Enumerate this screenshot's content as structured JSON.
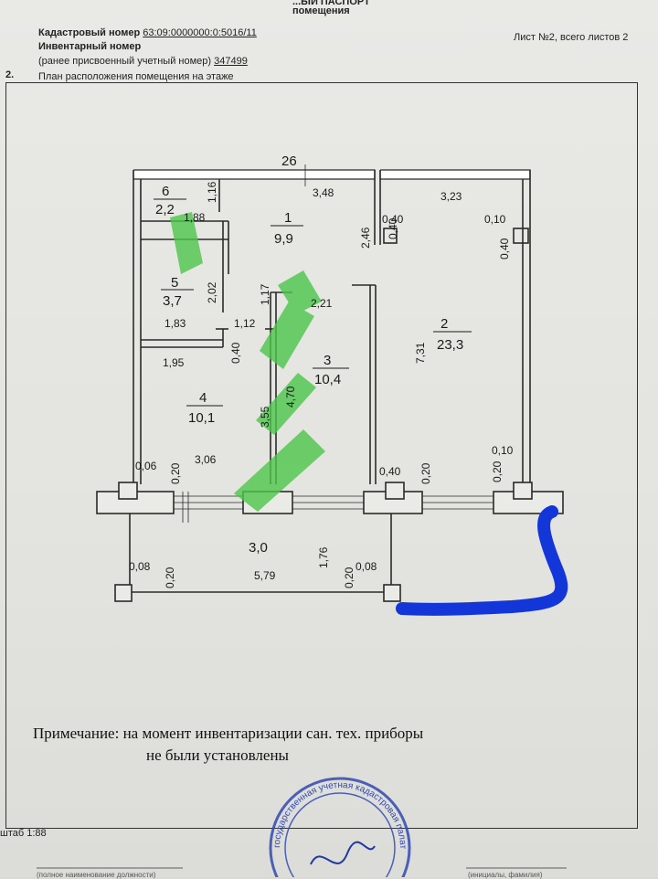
{
  "header": {
    "top_title_partial": "...ЫЙ ПАСПОРТ",
    "subtitle": "помещения",
    "cadastral_label": "Кадастровый номер",
    "cadastral_value": "63:09:0000000:0:5016/11",
    "inventory_label": "Инвентарный номер",
    "prev_number_label": "(ранее присвоенный учетный номер)",
    "prev_number_value": "347499",
    "sheet": "Лист №2, всего листов 2",
    "section_number": "2.",
    "section_title": "План расположения помещения на этаже"
  },
  "plan": {
    "floor_number": "26",
    "rooms": [
      {
        "number": "1",
        "area": "9,9"
      },
      {
        "number": "2",
        "area": "23,3"
      },
      {
        "number": "3",
        "area": "10,4"
      },
      {
        "number": "4",
        "area": "10,1"
      },
      {
        "number": "5",
        "area": "3,7"
      },
      {
        "number": "6",
        "area": "2,2"
      }
    ],
    "balcony_area": "3,0",
    "dimensions": [
      "1,16",
      "3,48",
      "1,88",
      "2,46",
      "0,40",
      "0,40",
      "3,23",
      "0,10",
      "0,40",
      "2,02",
      "1,17",
      "2,21",
      "1,83",
      "1,12",
      "0,40",
      "1,95",
      "7,31",
      "4,70",
      "3,55",
      "0,06",
      "0,20",
      "3,06",
      "0,40",
      "0,20",
      "0,10",
      "0,20",
      "1,76",
      "0,08",
      "0,20",
      "5,79",
      "0,20",
      "0,08"
    ]
  },
  "note": {
    "line1": "Примечание: на момент инвентаризации сан. тех. приборы",
    "line2": "не были установлены"
  },
  "footer": {
    "scale": "штаб 1:88",
    "position_caption": "(полное наименование должности)",
    "name_caption": "(инициалы, фамилия)",
    "stamp_text": "государственная учетная кадастровая палата по Самарской"
  },
  "colors": {
    "highlight_green": "#4cc64a",
    "marker_blue": "#1336d8",
    "ink": "#2a2a2a"
  }
}
